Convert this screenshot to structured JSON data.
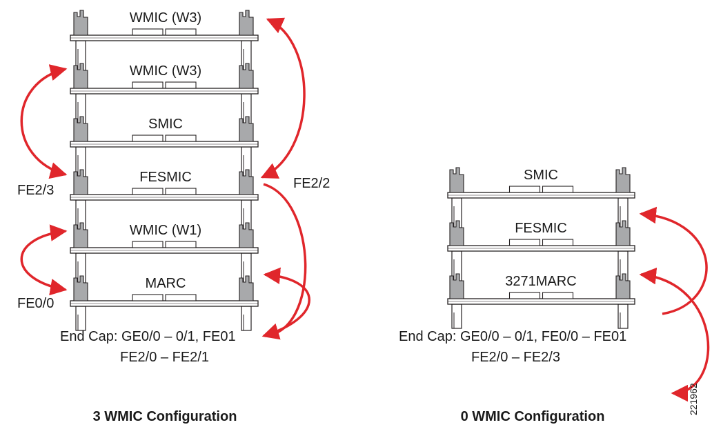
{
  "left_config": {
    "cards": [
      "WMIC (W3)",
      "WMIC (W3)",
      "SMIC",
      "FESMIC",
      "WMIC (W1)",
      "MARC"
    ],
    "port_fe23": "FE2/3",
    "port_fe22": "FE2/2",
    "port_fe00": "FE0/0",
    "endcap_line1": "End Cap: GE0/0 – 0/1, FE01",
    "endcap_line2": "FE2/0 – FE2/1",
    "caption": "3 WMIC Configuration"
  },
  "right_config": {
    "cards": [
      "SMIC",
      "FESMIC",
      "3271MARC"
    ],
    "endcap_line1": "End Cap: GE0/0 – 0/1, FE0/0 – FE01",
    "endcap_line2": "FE2/0 – FE2/3",
    "caption": "0 WMIC Configuration"
  },
  "figure_id": "221962",
  "colors": {
    "arrow": "#e0262b",
    "bracket": "#a8a9ab",
    "line": "#231f20"
  }
}
